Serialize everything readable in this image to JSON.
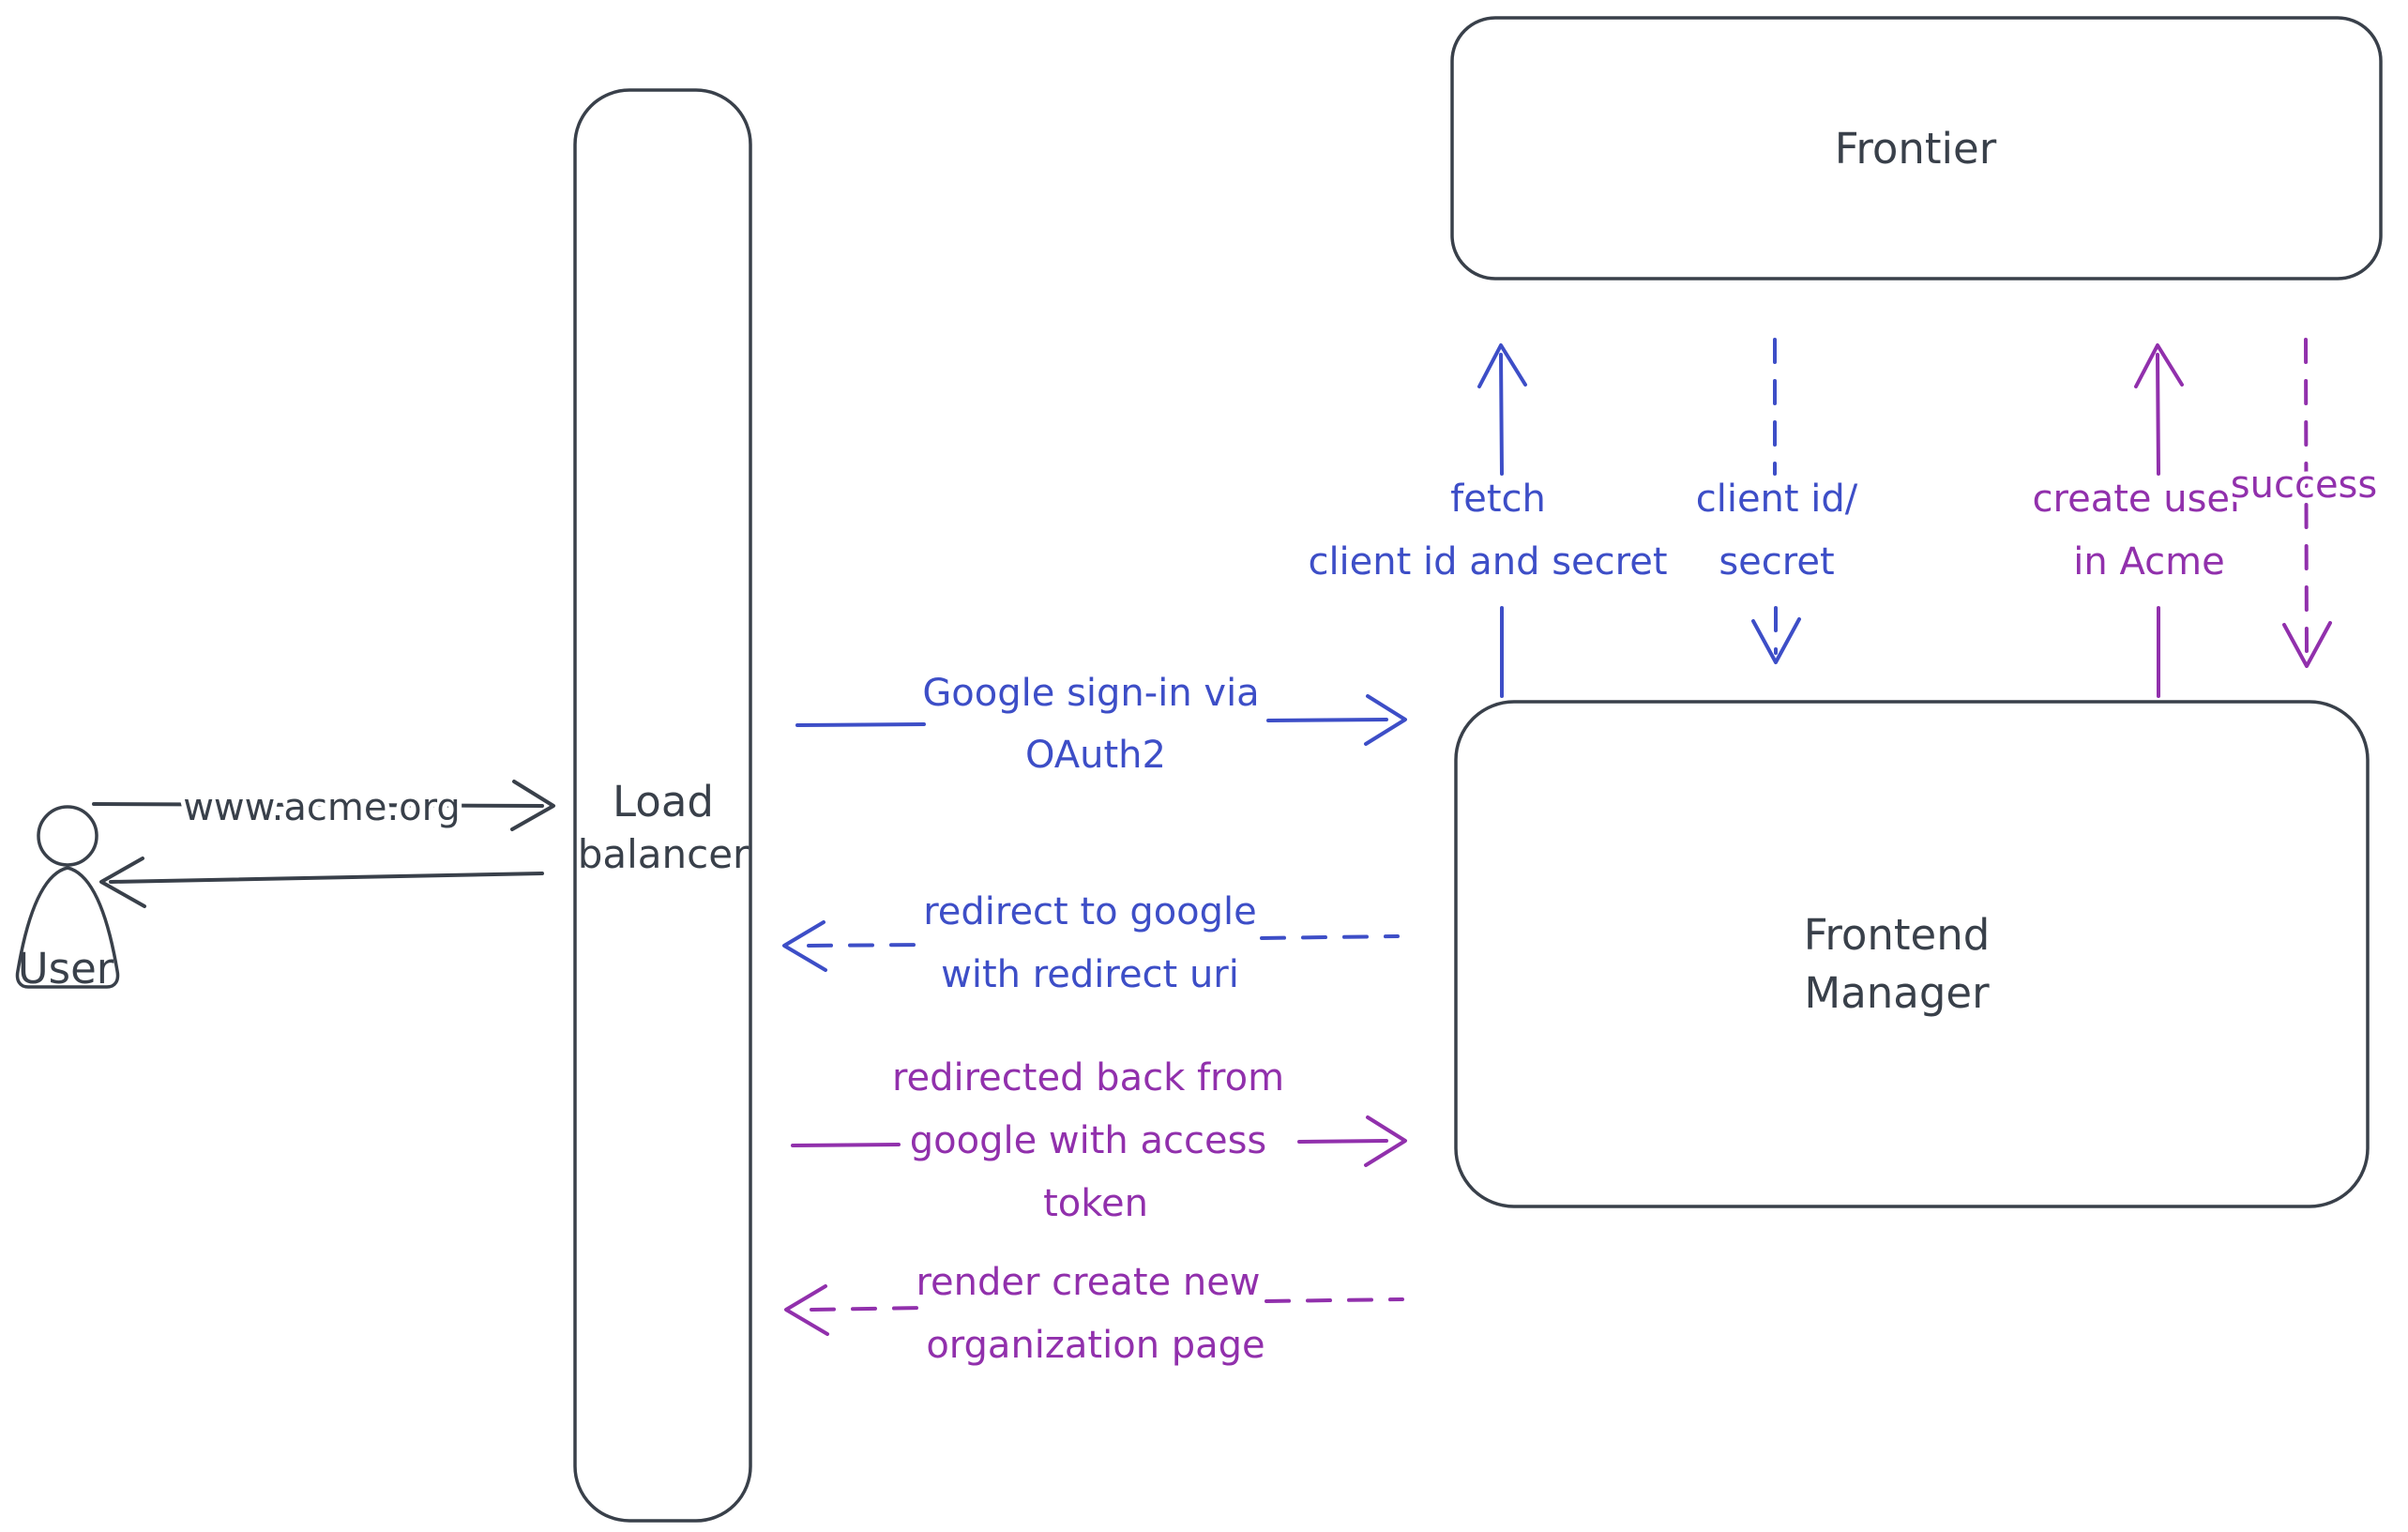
{
  "diagram": {
    "colors": {
      "ink": "#39404a",
      "blue": "#3d4ec7",
      "purple": "#9130ac",
      "background": "#ffffff"
    },
    "nodes": {
      "user": {
        "label": "User"
      },
      "load_balancer": {
        "lines": [
          "Load",
          "balancer"
        ]
      },
      "frontier": {
        "label": "Frontier"
      },
      "frontend_manager": {
        "lines": [
          "Frontend",
          "Manager"
        ]
      }
    },
    "messages": {
      "www_acme": {
        "label": "www.acme.org",
        "style": "solid",
        "direction": "right"
      },
      "google_signin": {
        "lines": [
          "Google sign-in via",
          "OAuth2"
        ],
        "style": "solid",
        "direction": "right"
      },
      "redirect_google": {
        "lines": [
          "redirect to google",
          "with redirect uri"
        ],
        "style": "dashed",
        "direction": "left"
      },
      "redirected_back": {
        "lines": [
          "redirected back from",
          "google with access",
          "token"
        ],
        "style": "solid",
        "direction": "right"
      },
      "render_org": {
        "lines": [
          "render create new",
          "organization page"
        ],
        "style": "dashed",
        "direction": "left"
      },
      "fetch_secret": {
        "lines": [
          "fetch",
          "client id and secret"
        ],
        "style": "solid",
        "direction": "up"
      },
      "client_id_secret": {
        "lines": [
          "client id/",
          "secret"
        ],
        "style": "dashed",
        "direction": "down"
      },
      "create_user": {
        "lines": [
          "create user",
          "in Acme"
        ],
        "style": "solid",
        "direction": "up"
      },
      "success": {
        "label": "success",
        "style": "dashed",
        "direction": "down"
      }
    }
  }
}
